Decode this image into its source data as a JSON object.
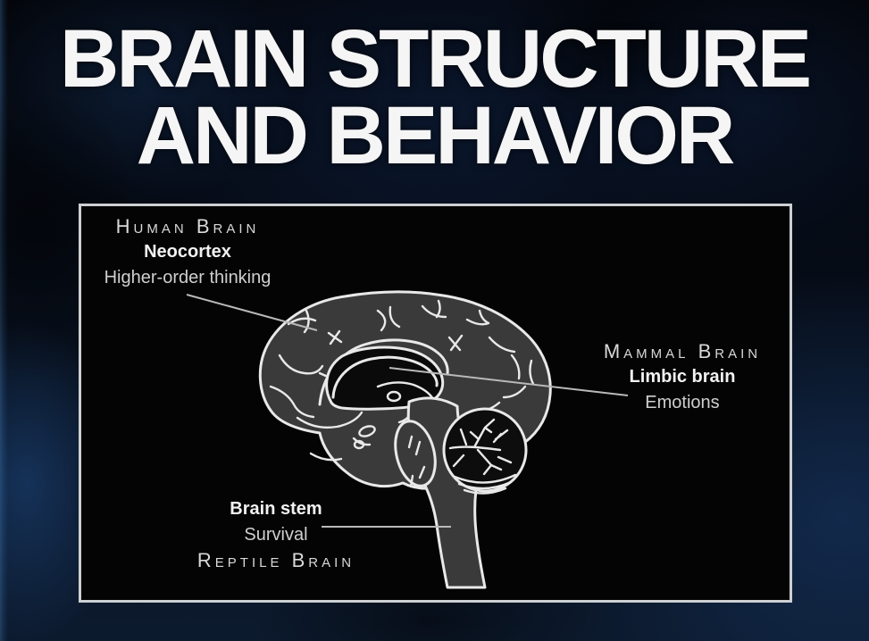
{
  "slide": {
    "title_line1": "BRAIN STRUCTURE",
    "title_line2": "AND BEHAVIOR"
  },
  "diagram": {
    "regions": [
      {
        "id": "human",
        "heading": "Human Brain",
        "structure": "Neocortex",
        "function": "Higher-order thinking"
      },
      {
        "id": "mammal",
        "heading": "Mammal Brain",
        "structure": "Limbic brain",
        "function": "Emotions"
      },
      {
        "id": "reptile",
        "heading": "Reptile Brain",
        "structure": "Brain stem",
        "function": "Survival"
      }
    ]
  },
  "colors": {
    "background_navy": "#0c1a2e",
    "panel_bg": "#040404",
    "panel_border": "#cdd0d2",
    "title_text": "#f5f5f5",
    "heading_text": "#d9d9d9",
    "structure_text": "#f2f2f2",
    "function_text": "#cfcfcf",
    "brain_fill": "#3a3a3a",
    "brain_outline": "#e9e9e9",
    "leader_line": "#b9b9b9"
  }
}
